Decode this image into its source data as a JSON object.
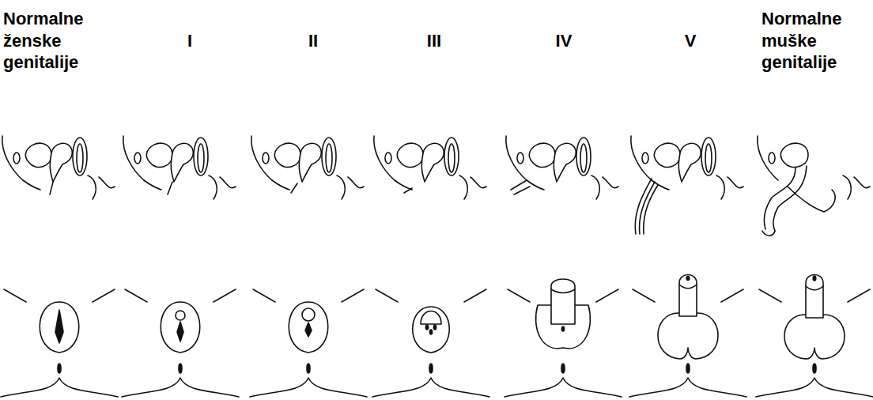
{
  "diagram": {
    "labels": [
      "Normalne ženske genitalije",
      "I",
      "II",
      "III",
      "IV",
      "V",
      "Normalne muške genitalije"
    ]
  }
}
